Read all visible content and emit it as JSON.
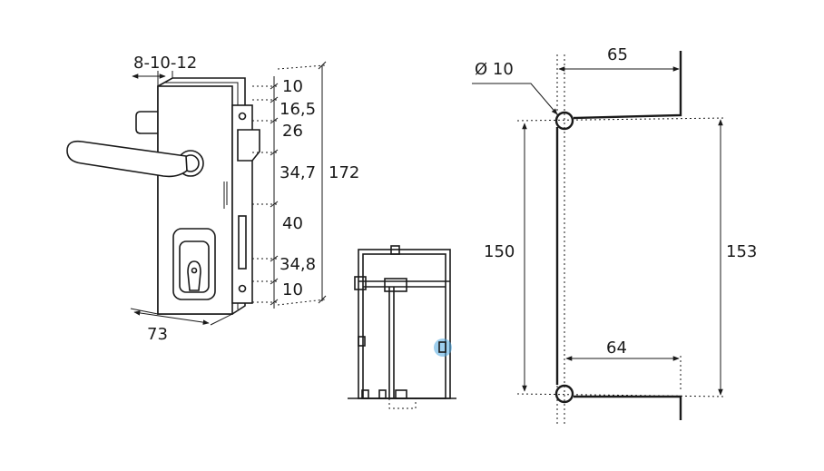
{
  "lock_dimensions": {
    "thickness": "8-10-12",
    "width": "73",
    "total_height": "172",
    "segments": [
      "10",
      "16,5",
      "26",
      "34,7",
      "40",
      "34,8",
      "10"
    ]
  },
  "hole_detail": {
    "diameter": "Ø 10",
    "top_width": "65",
    "bottom_width": "64",
    "inner_height": "150",
    "outer_height": "153"
  },
  "colors": {
    "line": "#1a1a1a",
    "highlight": "#4fa7e0"
  }
}
